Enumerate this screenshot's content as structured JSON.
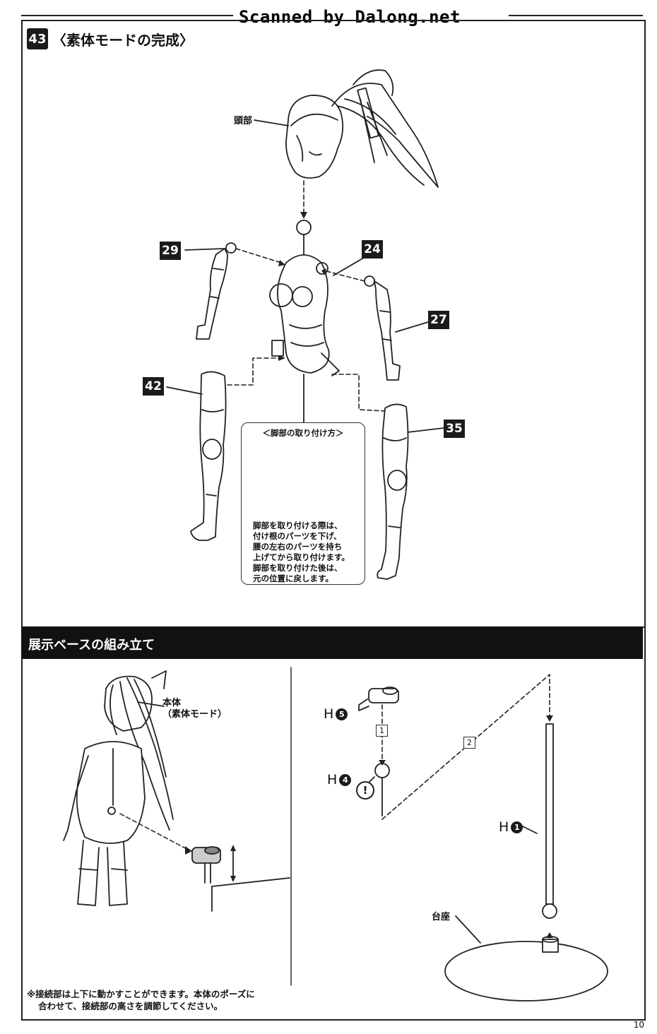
{
  "watermark": "Scanned by Dalong.net",
  "step": {
    "number": "43",
    "title": "〈素体モードの完成〉"
  },
  "labels": {
    "head": "頭部",
    "callouts": [
      "29",
      "24",
      "27",
      "42",
      "35"
    ]
  },
  "leg_attach_box": {
    "title": "＜脚部の取り付け方＞",
    "lines": [
      "脚部を取り付ける際は、",
      "付け根のパーツを下げ、",
      "腰の左右のパーツを持ち",
      "上げてから取り付けます。",
      "脚部を取り付けた後は、",
      "元の位置に戻します。"
    ]
  },
  "stand_section": {
    "title": "展示ベースの組み立て",
    "body_label_1": "本体",
    "body_label_2": "（素体モード）",
    "parts": [
      {
        "letter": "H",
        "num": "5"
      },
      {
        "letter": "H",
        "num": "4"
      },
      {
        "letter": "H",
        "num": "1"
      }
    ],
    "order": [
      "1",
      "2"
    ],
    "caution": "!",
    "base_label": "台座"
  },
  "note": {
    "line1": "※接続部は上下に動かすことができます。本体のポーズに",
    "line2": "合わせて、接続部の高さを調節してください。"
  },
  "page_number": "10"
}
